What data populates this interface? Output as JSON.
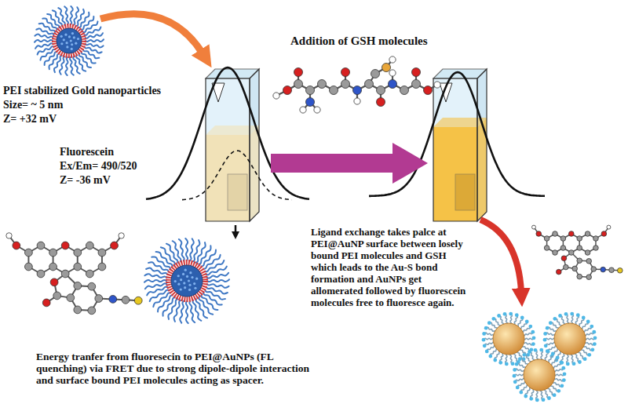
{
  "diagram": {
    "labels": [
      "PEI stabilized Gold nanoparticles",
      "Size= ~ 5 nm",
      "Z= +32 mV",
      "Fluorescein",
      "Ex/Em= 490/520",
      "Z= -36 mV",
      "Addition of GSH molecules",
      "Ligand exchange takes palce at PEI@AuNP surface between losely bound PEI molecules and GSH which leads to the Au-S bond formation and AuNPs get allomerated followed by fluorescein molecules free to fluoresce again.",
      "Energy tranfer from fluoresecin to PEI@AuNPs (FL quenching) via FRET due to strong dipole-dipole interaction and surface bound PEI molecules acting as spacer."
    ]
  }
}
